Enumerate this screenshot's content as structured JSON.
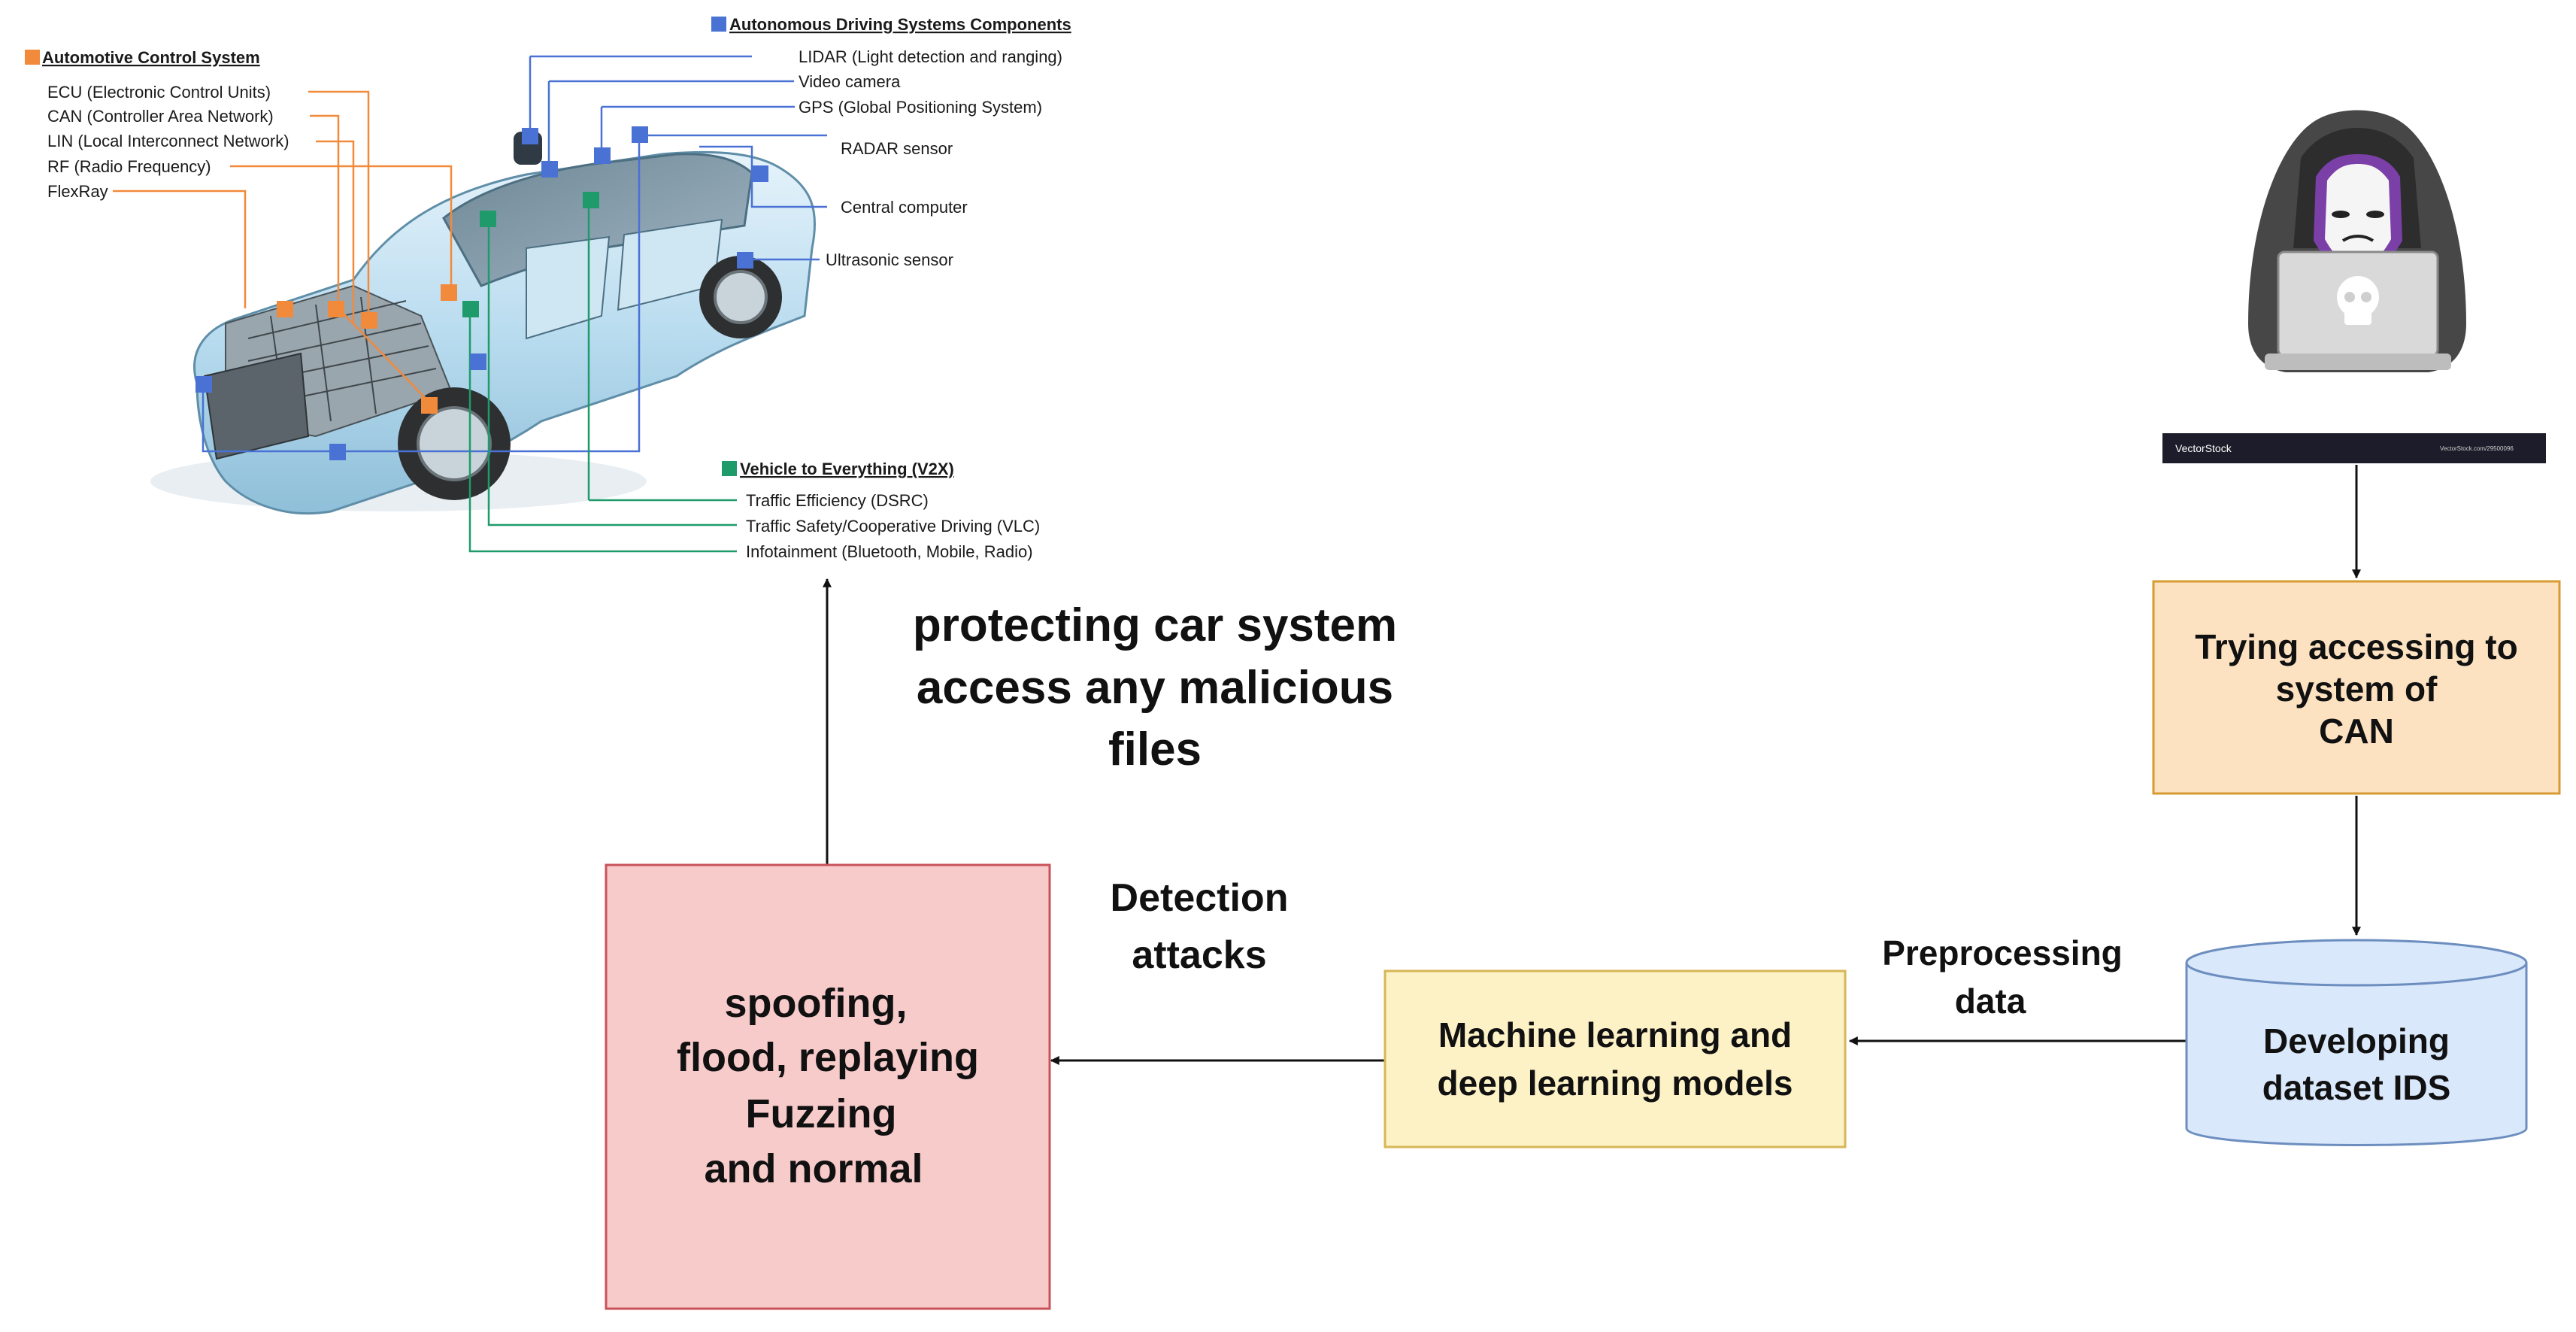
{
  "colors": {
    "control": "#f28a3c",
    "autonomous": "#4a72d4",
    "v2x": "#1f9a6a",
    "attack_box_fill": "#f8cbcb",
    "attack_box_stroke": "#c9525a",
    "ml_box_fill": "#fdf1c6",
    "ml_box_stroke": "#d6b656",
    "access_box_fill": "#fde2c1",
    "access_box_stroke": "#d79b32",
    "db_fill": "#dae8fc",
    "db_stroke": "#6c8ebf"
  },
  "car_figure": {
    "control_system": {
      "title": "Automotive Control System",
      "items": [
        "ECU (Electronic Control Units)",
        "CAN (Controller Area Network)",
        "LIN (Local Interconnect Network)",
        "RF (Radio Frequency)",
        "FlexRay"
      ]
    },
    "autonomous": {
      "title": "Autonomous Driving Systems Components",
      "items": [
        "LIDAR (Light detection and ranging)",
        "Video camera",
        "GPS (Global Positioning System)",
        "RADAR sensor",
        "Central computer",
        "Ultrasonic sensor"
      ]
    },
    "v2x": {
      "title": "Vehicle to Everything (V2X)",
      "items": [
        "Traffic Efficiency (DSRC)",
        "Traffic Safety/Cooperative Driving (VLC)",
        "Infotainment (Bluetooth, Mobile, Radio)"
      ]
    }
  },
  "hacker": {
    "icon": "hooded-hacker-icon",
    "watermark_brand": "VectorStock",
    "watermark_url": "VectorStock.com/29500096"
  },
  "flow": {
    "protect_text": [
      "protecting car system",
      "access any malicious",
      "files"
    ],
    "access_box": [
      "Trying accessing to",
      "system of",
      "CAN"
    ],
    "dataset": [
      "Developing",
      "dataset IDS"
    ],
    "preprocess_label": [
      "Preprocessing",
      "data"
    ],
    "ml_box": [
      "Machine learning and",
      "deep learning models"
    ],
    "detection_label": [
      "Detection",
      "attacks"
    ],
    "attack_box": [
      "spoofing,",
      "flood,  replaying",
      "Fuzzing",
      "and normal"
    ]
  }
}
